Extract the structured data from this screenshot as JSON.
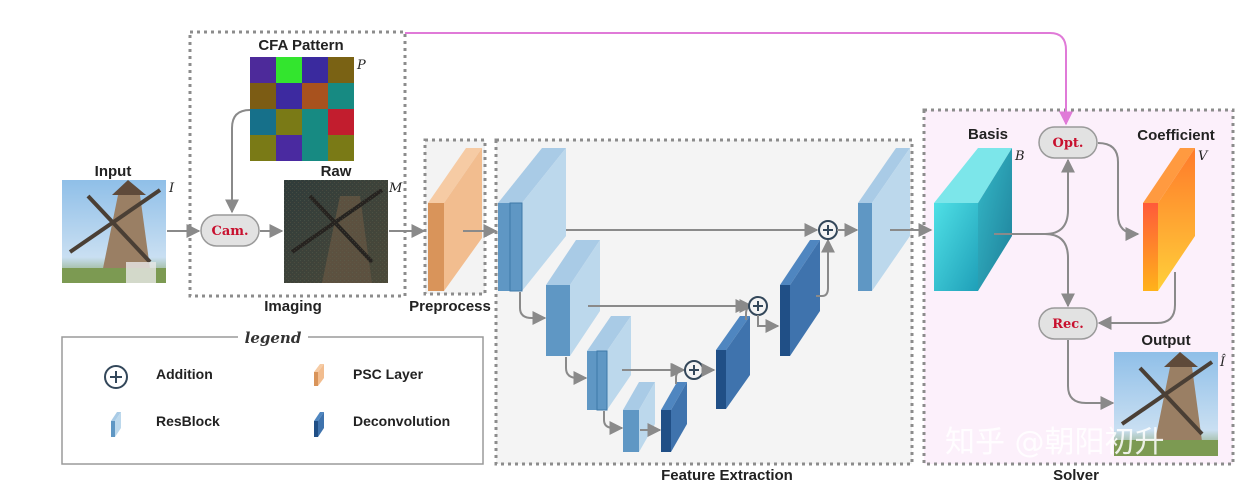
{
  "sections": {
    "imaging": "Imaging",
    "preprocess": "Preprocess",
    "feature_extraction": "Feature Extraction",
    "solver": "Solver"
  },
  "images": {
    "input": "Input",
    "input_symbol": "I",
    "cfa": "CFA Pattern",
    "cfa_symbol": "P",
    "raw": "Raw",
    "raw_symbol": "M",
    "output": "Output",
    "output_symbol": "Î"
  },
  "nodes": {
    "cam": "Cam.",
    "opt": "Opt.",
    "rec": "Rec."
  },
  "solver": {
    "basis": "Basis",
    "basis_symbol": "B",
    "coefficient": "Coefficient",
    "coefficient_symbol": "V"
  },
  "legend": {
    "title": "legend",
    "addition": "Addition",
    "psc_layer": "PSC Layer",
    "resblock": "ResBlock",
    "deconvolution": "Deconvolution"
  },
  "watermark": "知乎 @朝阳初升",
  "colors": {
    "resblock": "#7fb0d6",
    "deconvolution": "#2f68a8",
    "psc_layer": "#f0b98a",
    "basis": "#33cbd3",
    "coefficient": "#ff8a2a",
    "node_text": "#c8102e",
    "pink_link": "#e07ad8",
    "solver_bg": "#fcf0fb",
    "dashed_border": "#8c8c8c"
  },
  "cfa_colors": [
    [
      "#4d2a9a",
      "#33e52e",
      "#3a2a9e",
      "#7a6214"
    ],
    [
      "#7c5c14",
      "#3d2aa0",
      "#a8521e",
      "#178a82"
    ],
    [
      "#16708a",
      "#7a7a16",
      "#178a82",
      "#c21d2e"
    ],
    [
      "#7a7a16",
      "#4a2aa0",
      "#178a82",
      "#7a7a16"
    ]
  ]
}
